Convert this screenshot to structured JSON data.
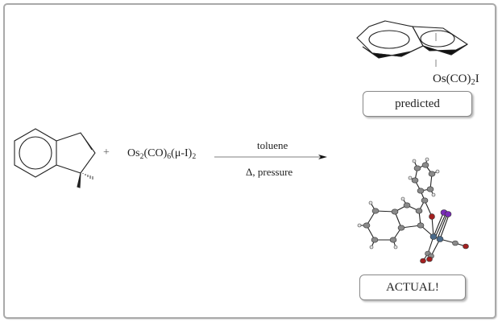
{
  "scheme": {
    "reactant": {
      "name": "1,1-dimethylindene",
      "plus_sign": "+"
    },
    "reagent": {
      "prefix": "Os",
      "sub1": "2",
      "mid": "(CO)",
      "sub2": "6",
      "mid2": "(μ-I)",
      "sub3": "2"
    },
    "arrow": {
      "condition_above": "toluene",
      "condition_below": "Δ, pressure"
    },
    "predicted_product": {
      "metal_prefix": "Os(CO)",
      "metal_sub": "2",
      "metal_suffix": "I",
      "label": "predicted"
    },
    "actual_product": {
      "label": "ACTUAL!",
      "atom_colors": {
        "carbon": "#8a8a8a",
        "hydrogen": "#e6e6e6",
        "oxygen": "#a32020",
        "iodine": "#7a2bb8",
        "osmium": "#4a6a8a"
      }
    }
  }
}
